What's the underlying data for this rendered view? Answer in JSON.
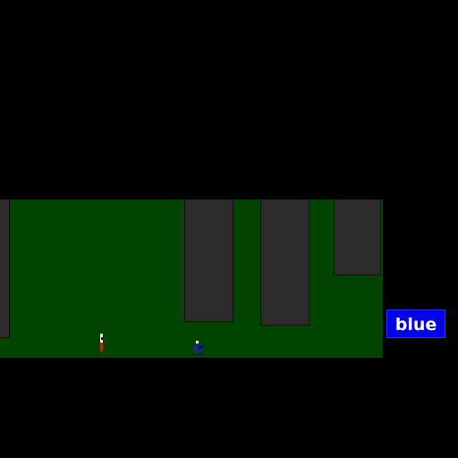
{
  "colors": {
    "background": "#000000",
    "field": "#004400",
    "pillar": "#2b2b2b",
    "team_badge": "#0000ee",
    "team_badge_text": "#ffffff"
  },
  "hud": {
    "team_label": "blue"
  },
  "scene": {
    "pillar_count": 4,
    "agents": [
      {
        "team": "red",
        "icon": "red-agent-icon"
      },
      {
        "team": "blue",
        "icon": "blue-agent-icon"
      }
    ]
  }
}
